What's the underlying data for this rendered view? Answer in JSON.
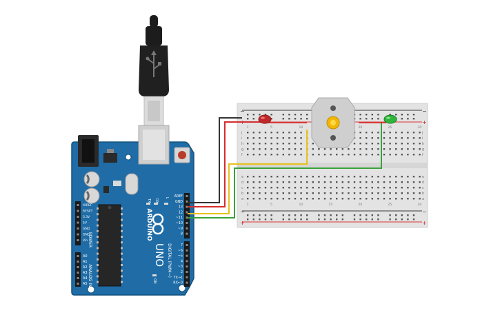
{
  "arduino": {
    "brand": "ARDUINO",
    "model": "UNO",
    "power_header": "POWER",
    "analog_header": "ANALOG IN",
    "digital_header": "DIGITAL (PWM~)",
    "power_pins": [
      "IOREF",
      "RESET",
      "3.3V",
      "5V",
      "GND",
      "GND",
      "Vin"
    ],
    "analog_pins": [
      "A0",
      "A1",
      "A2",
      "A3",
      "A4",
      "A5"
    ],
    "digital_pins_top": [
      "AREF",
      "GND",
      "13",
      "12",
      "~11",
      "~10",
      "~9",
      "8"
    ],
    "digital_pins_bottom": [
      "7",
      "~6",
      "~5",
      "4",
      "~3",
      "2",
      "TX→1",
      "RX←0"
    ],
    "led_labels": [
      "TX",
      "RX",
      "L",
      "ON"
    ]
  },
  "breadboard": {
    "rail_plus": "+",
    "rail_minus": "−",
    "row_letters_top": [
      "j",
      "i",
      "h",
      "g",
      "f"
    ],
    "row_letters_bottom": [
      "e",
      "d",
      "c",
      "b",
      "a"
    ],
    "column_numbers": [
      "1",
      "",
      "",
      "",
      "5",
      "",
      "",
      "",
      "",
      "10",
      "",
      "",
      "",
      "",
      "15",
      "",
      "",
      "",
      "",
      "20",
      "",
      "",
      "",
      "",
      "25",
      "",
      "",
      "",
      "",
      "30"
    ]
  },
  "colors": {
    "board": "#1f6ca6",
    "board_edge": "#14527f",
    "wire_black": "#333333",
    "wire_red": "#d62d2d",
    "wire_yellow": "#e8c21a",
    "wire_green": "#39a23a",
    "led_red": "#c0282a",
    "led_green": "#2fb53a",
    "motor": "#cfcfcf",
    "breadboard": "#e4e4e4"
  }
}
